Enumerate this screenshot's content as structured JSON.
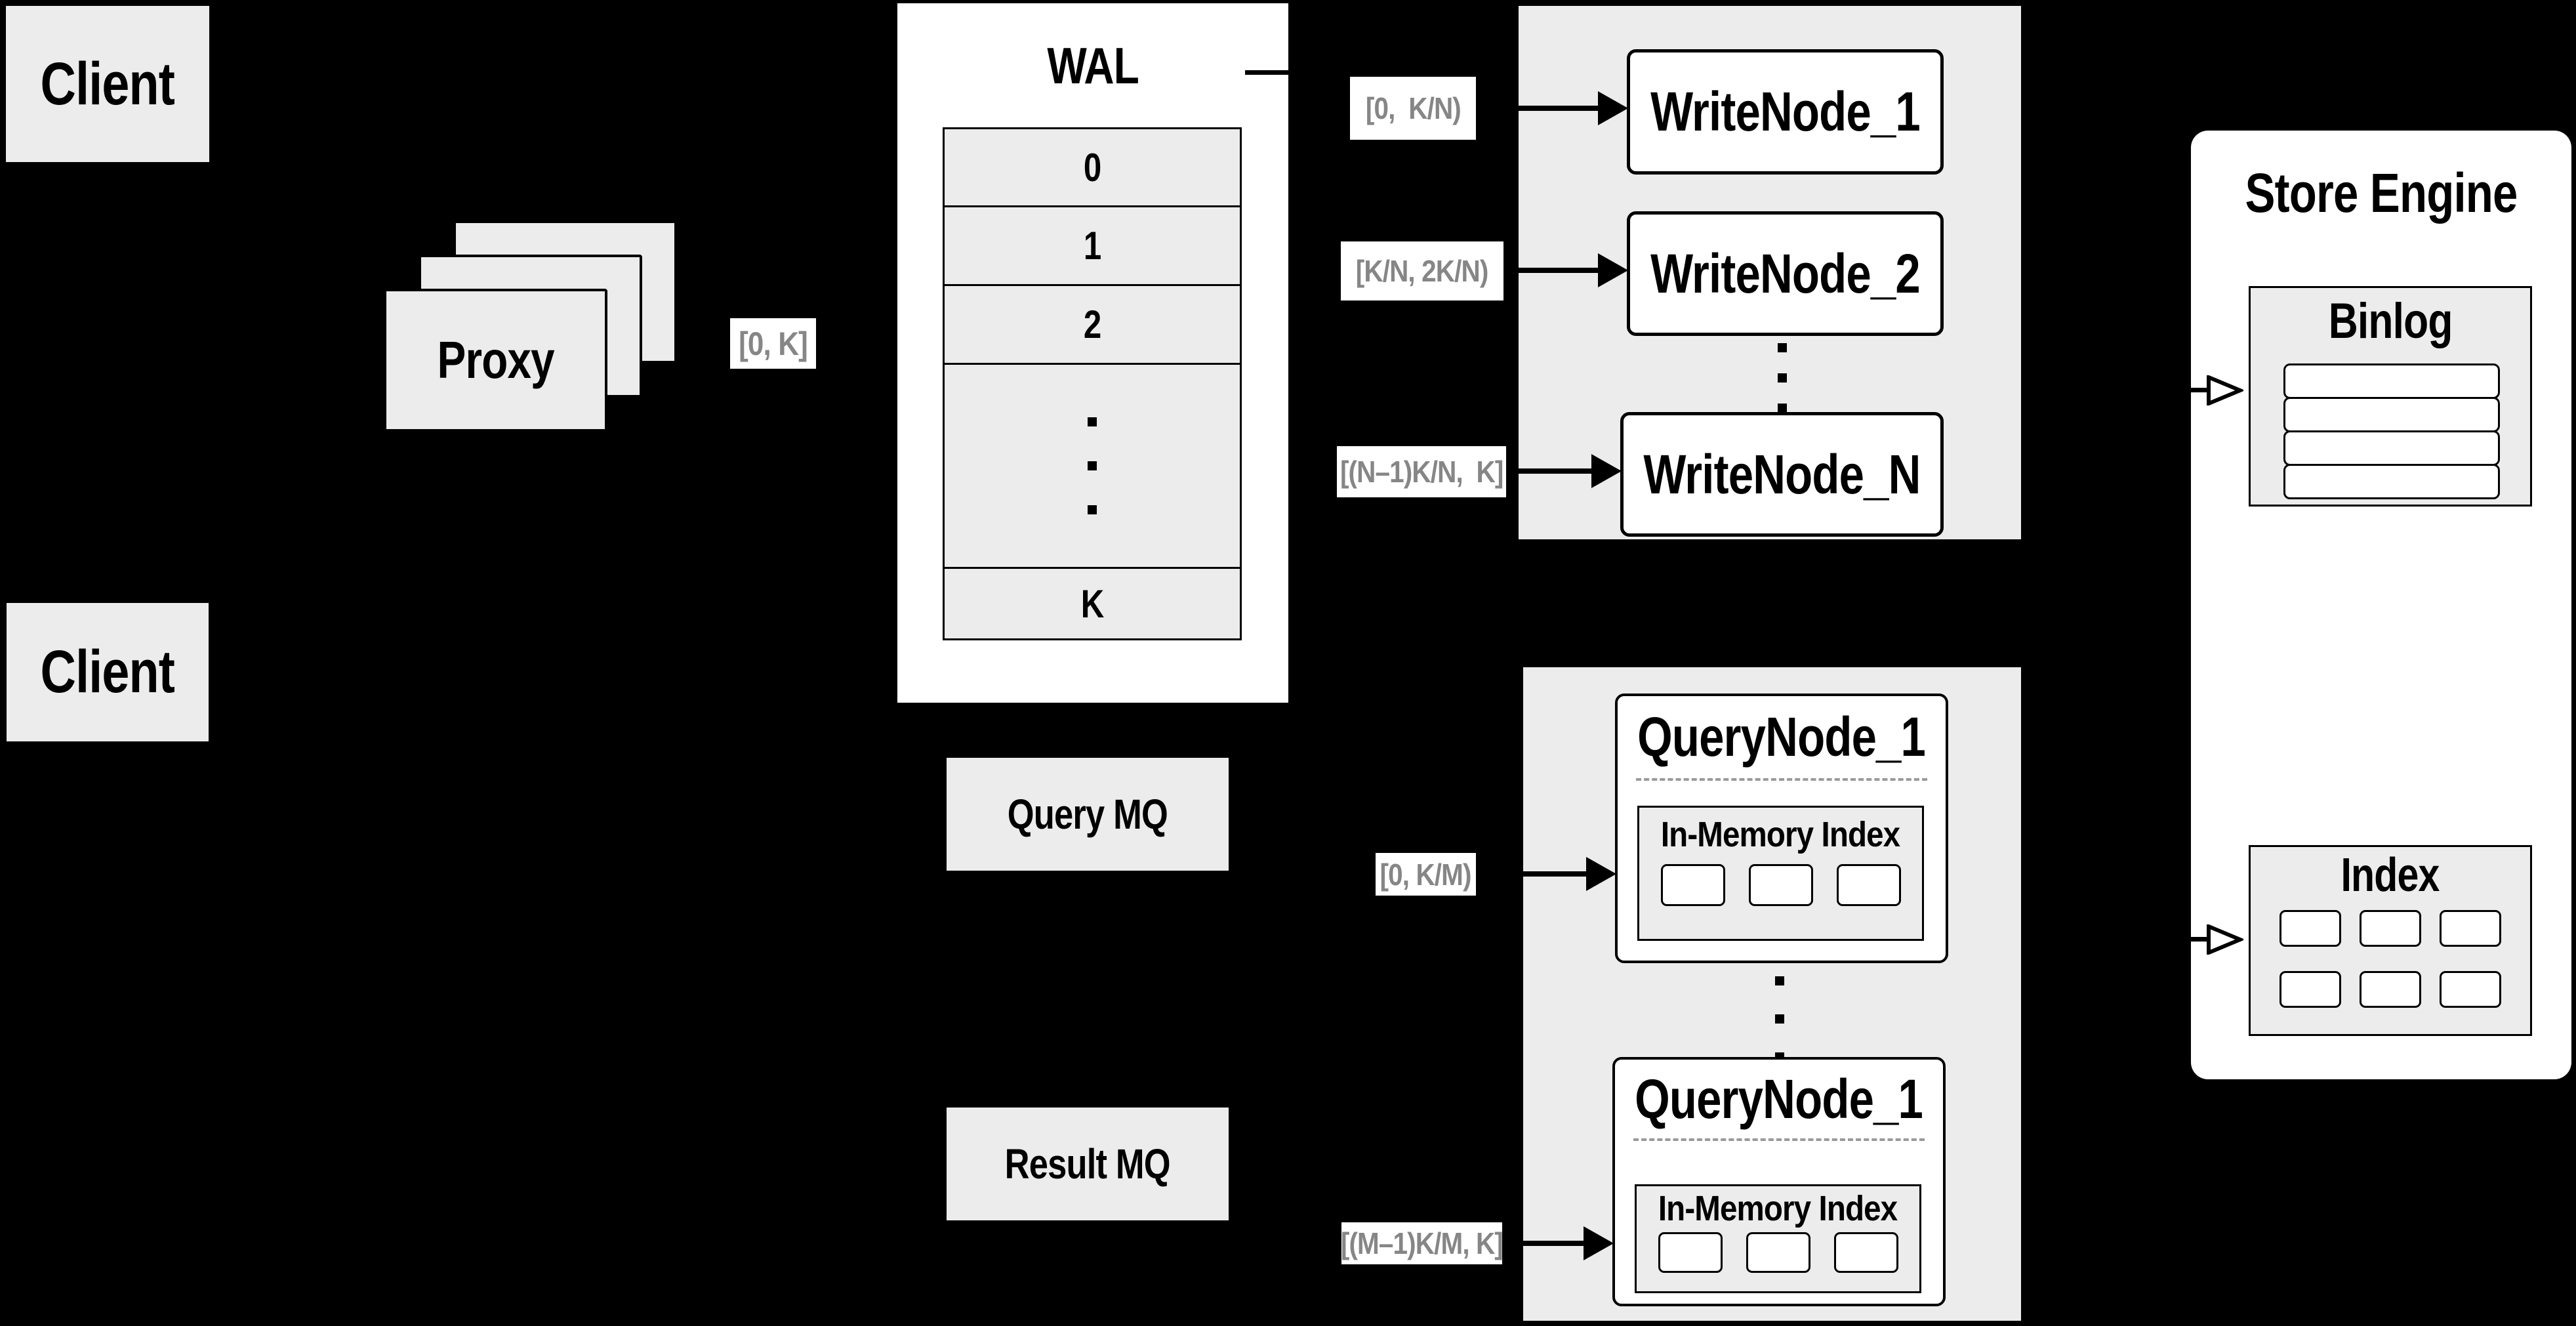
{
  "clients": {
    "top": "Client",
    "bottom": "Client"
  },
  "proxy": {
    "label": "Proxy"
  },
  "wal": {
    "title": "WAL",
    "rows": [
      "0",
      "1",
      "2"
    ],
    "row_k": "K"
  },
  "labels": {
    "proxy_wal": "[0, K]",
    "write_1": "[0,  K/N)",
    "write_2": "[K/N, 2K/N)",
    "write_n": "[(N–1)K/N,  K]",
    "query_1": "[0, K/M)",
    "query_m": "[(M–1)K/M, K]"
  },
  "write": {
    "node_1": "WriteNode_1",
    "node_2": "WriteNode_2",
    "node_n": "WriteNode_N"
  },
  "query": {
    "node_1_title": "QueryNode_1",
    "node_2_title": "QueryNode_1",
    "inmem_1": "In-Memory Index",
    "inmem_2": "In-Memory Index"
  },
  "mq": {
    "query": "Query MQ",
    "result": "Result MQ"
  },
  "store": {
    "title": "Store Engine",
    "binlog": "Binlog",
    "index": "Index"
  },
  "colors": {
    "background": "#000000",
    "panel_gray": "#ececec",
    "box_white": "#ffffff",
    "border": "#000000",
    "range_label_text": "#868686",
    "dashed_separator": "#9a9a9a"
  }
}
